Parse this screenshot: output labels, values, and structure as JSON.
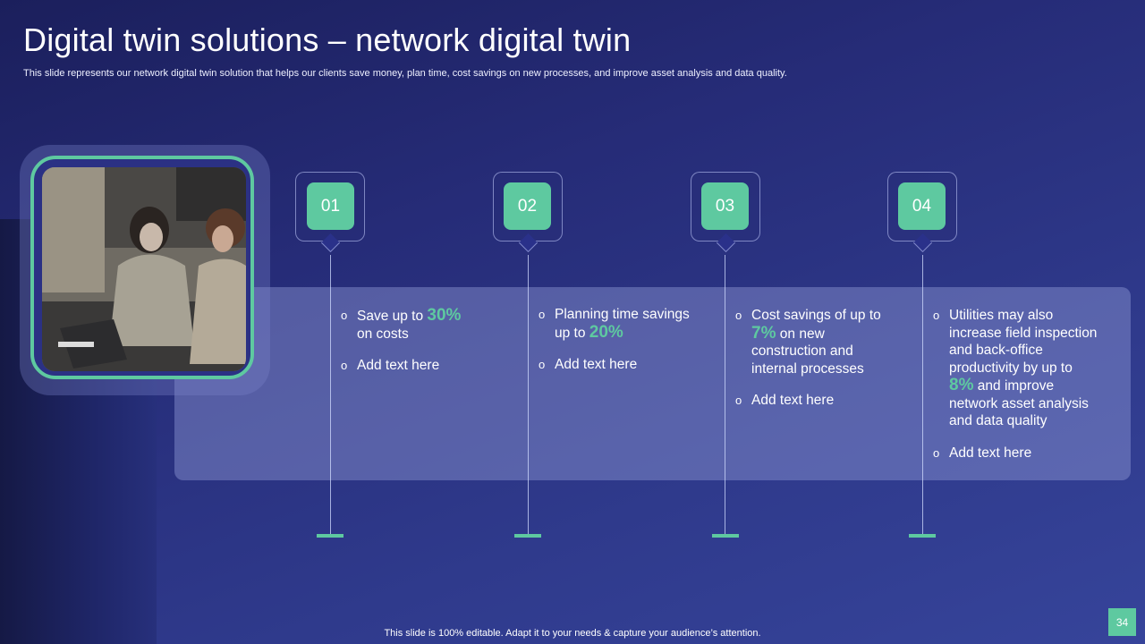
{
  "slide": {
    "title": "Digital twin solutions – network digital twin",
    "subtitle": "This slide represents our network digital twin solution that helps our clients save money, plan time, cost savings on new processes, and improve asset analysis and data quality.",
    "footer": "This slide is 100% editable. Adapt it to your needs & capture your audience’s attention.",
    "page_number": "34"
  },
  "colors": {
    "accent": "#5ec9a0",
    "background": "#262c78"
  },
  "steps": [
    {
      "number": "01",
      "items": [
        {
          "pre": "Save up to ",
          "highlight": "30%",
          "post": " on costs"
        },
        {
          "pre": "Add text here"
        }
      ]
    },
    {
      "number": "02",
      "items": [
        {
          "pre": "Planning time savings up to ",
          "highlight": "20%",
          "post": ""
        },
        {
          "pre": "Add text here"
        }
      ]
    },
    {
      "number": "03",
      "items": [
        {
          "pre": "Cost savings of up to ",
          "highlight": "7%",
          "post": " on new construction and internal processes"
        },
        {
          "pre": "Add text here"
        }
      ]
    },
    {
      "number": "04",
      "items": [
        {
          "pre": "Utilities may also increase field inspection and back-office productivity by up to ",
          "highlight": "8%",
          "post": " and improve network asset analysis and data quality"
        },
        {
          "pre": "Add text here"
        }
      ]
    }
  ],
  "bullet_glyph": "o"
}
